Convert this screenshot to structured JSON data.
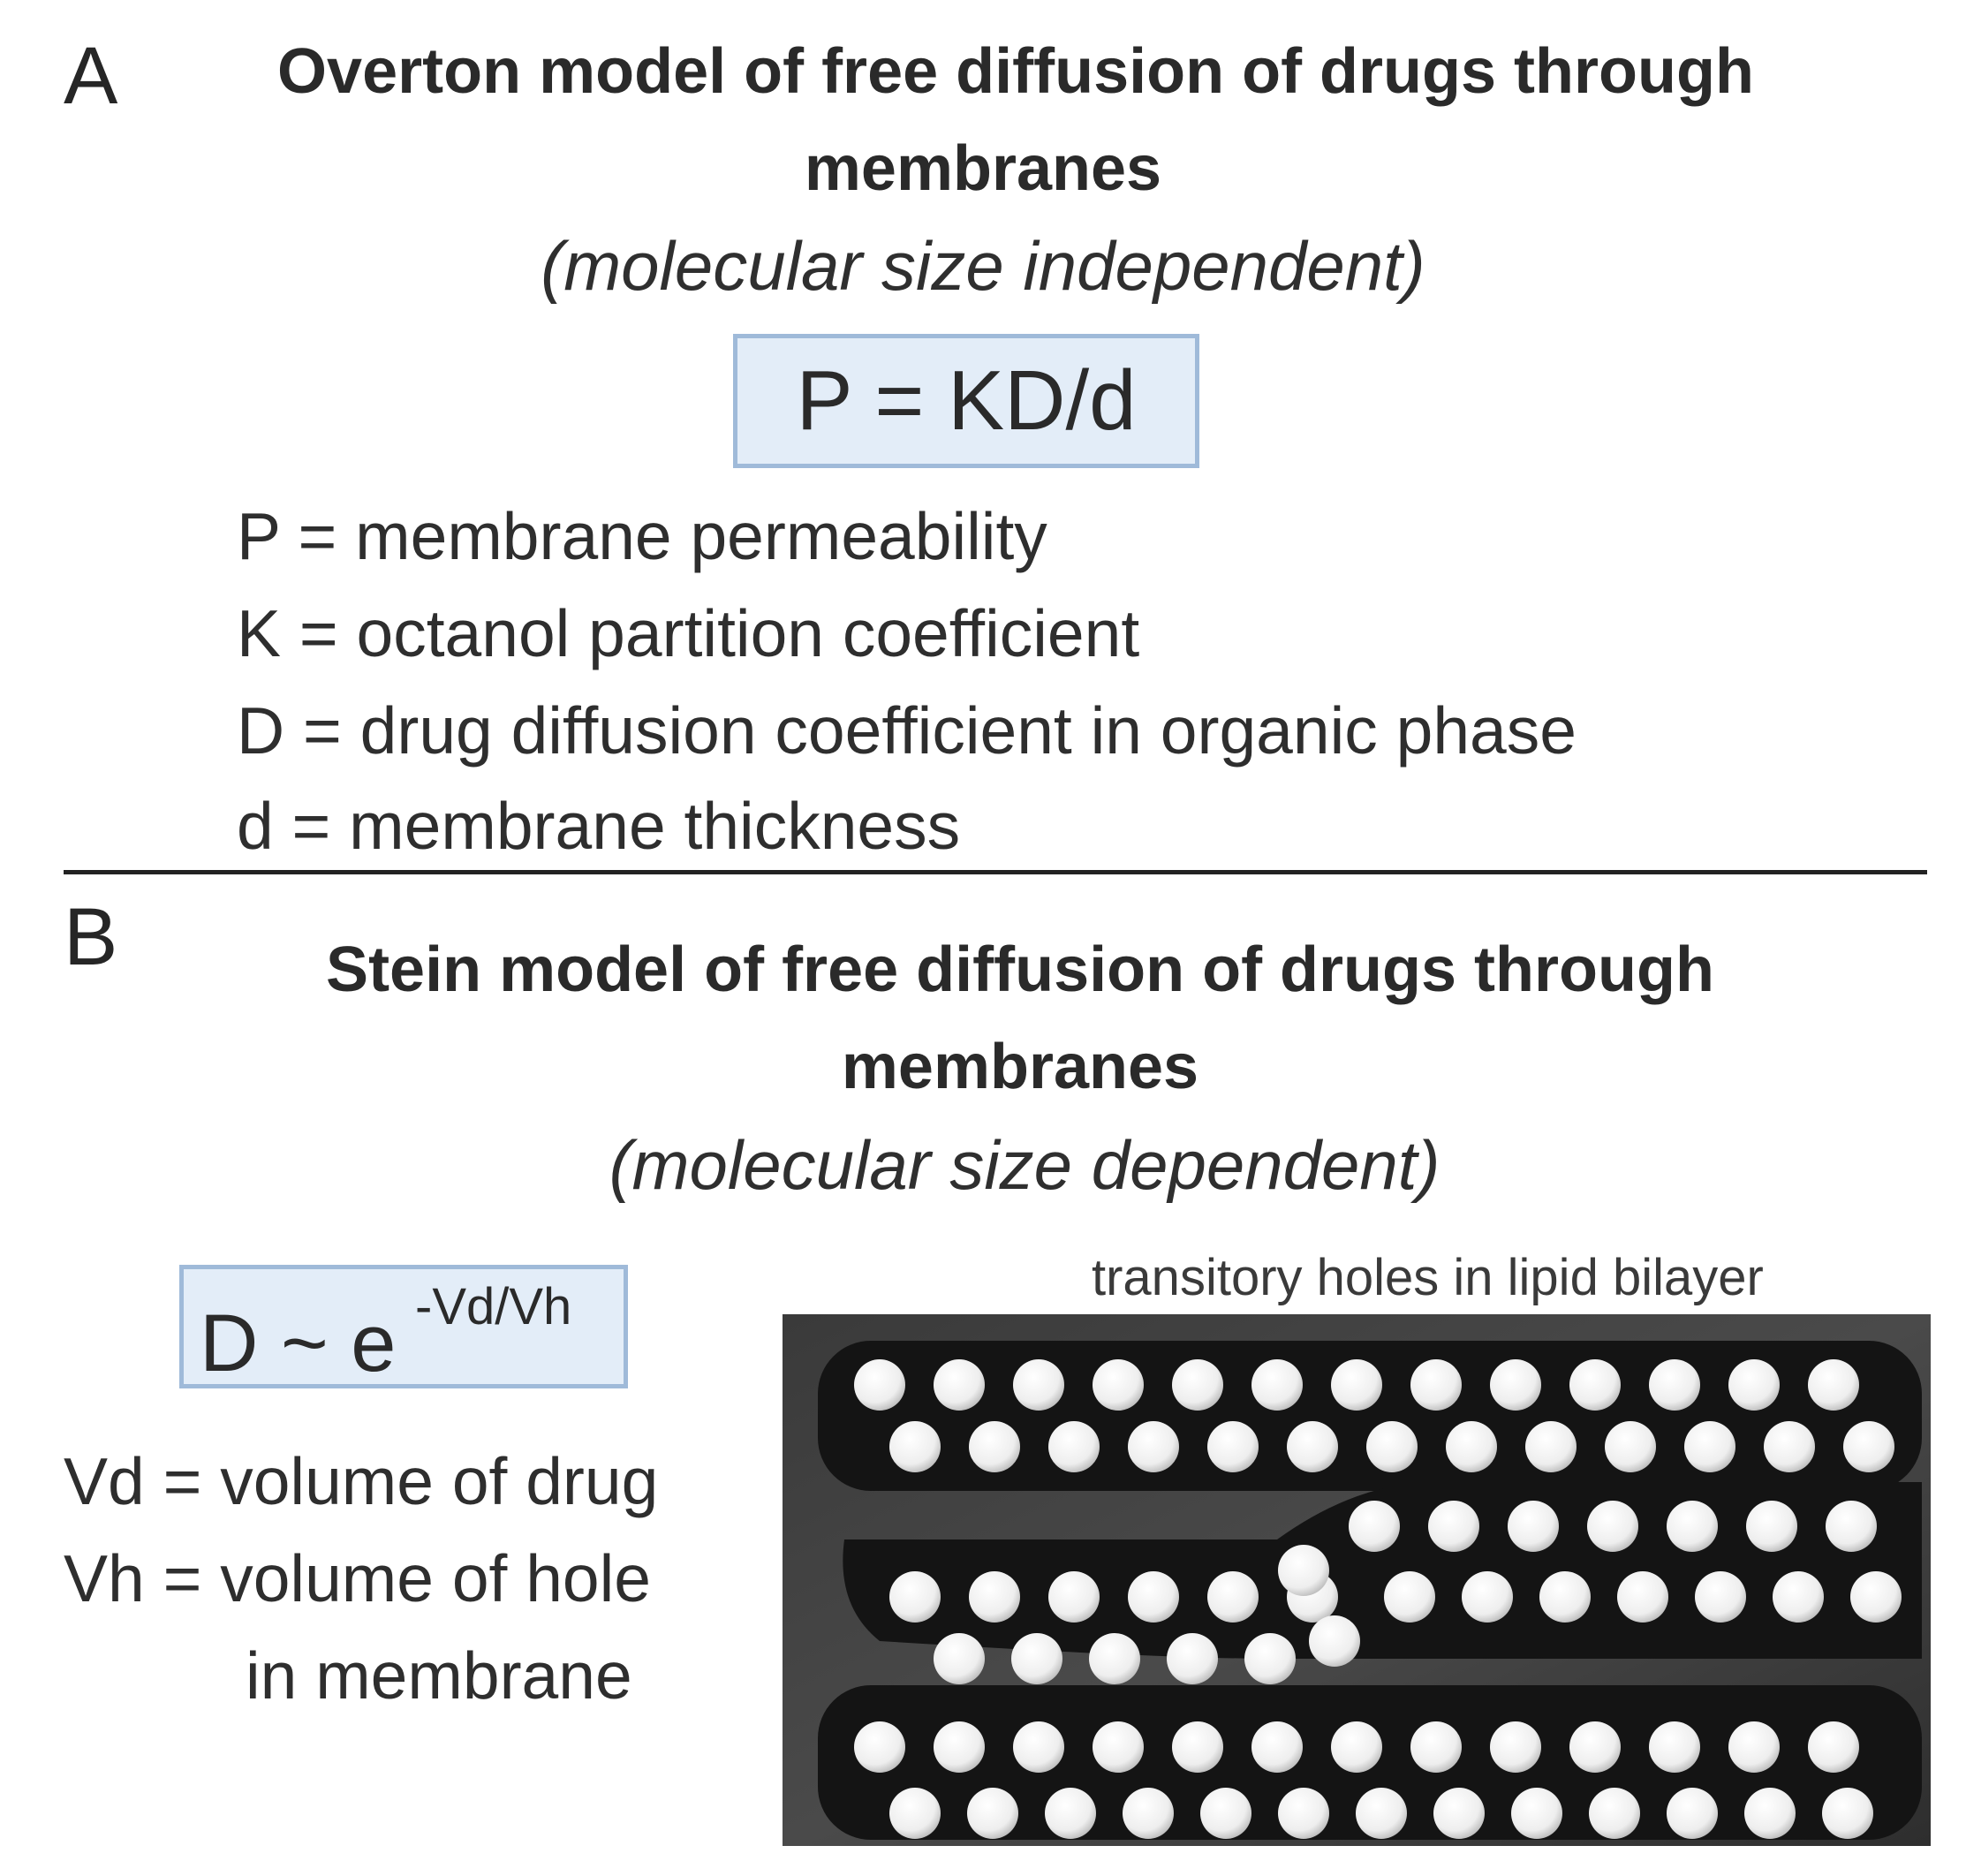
{
  "panel_a": {
    "letter": "A",
    "title_line1": "Overton model of free diffusion of drugs through",
    "title_line2": "membranes",
    "subtitle": "(molecular size independent)",
    "formula": "P = KD/d",
    "definitions": [
      "P = membrane permeability",
      "K = octanol partition coefficient",
      "D = drug diffusion coefficient in organic phase",
      "d = membrane thickness"
    ]
  },
  "panel_b": {
    "letter": "B",
    "title_line1": "Stein model of free diffusion of drugs through",
    "title_line2": "membranes",
    "subtitle": "(molecular size dependent)",
    "formula_base": "D ~ e",
    "formula_exponent": "-Vd/Vh",
    "definitions": [
      "Vd = volume of drug",
      "Vh = volume of hole",
      "in membrane"
    ],
    "image_caption": "transitory holes in lipid bilayer"
  },
  "colors": {
    "formula_fill": "#e3edf8",
    "formula_border": "#9fbad9",
    "photo_background": "#2a2a2a",
    "sphere": "#f2f2f2"
  }
}
